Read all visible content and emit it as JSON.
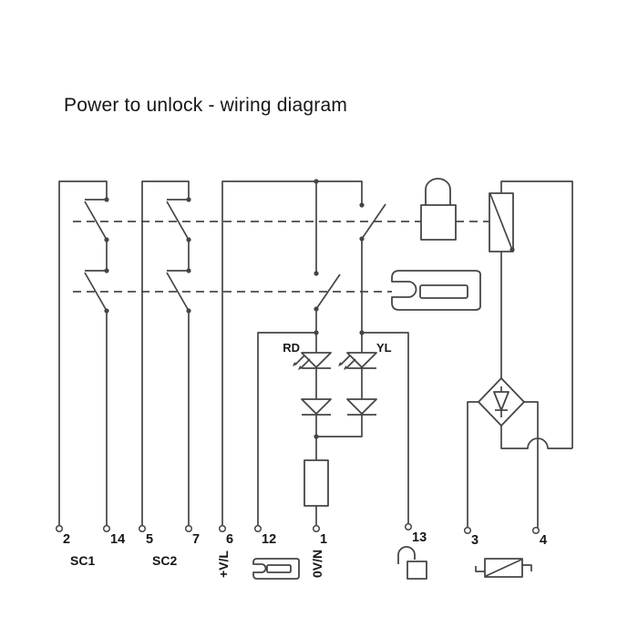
{
  "title": "Power to unlock - wiring diagram",
  "terminals": {
    "t2": "2",
    "t14": "14",
    "t5": "5",
    "t7": "7",
    "t6": "6",
    "t12": "12",
    "t1": "1",
    "t13": "13",
    "t3": "3",
    "t4": "4"
  },
  "labels": {
    "sc1": "SC1",
    "sc2": "SC2",
    "supply_live": "+V/L",
    "supply_neutral": "0V/N",
    "led_red": "RD",
    "led_yellow": "YL"
  },
  "icons": {
    "padlock_closed": "closed-padlock",
    "padlock_open": "open-padlock",
    "strike_plate": "door-strike-keeper-outline",
    "lock_actuator": "rectangle-with-diagonal",
    "bridge_rectifier": "diamond-with-diode",
    "led": "diode-triangle-with-emission-arrows",
    "resistor": "rectangle",
    "terminal": "open-circle",
    "mechanical_link": "dashed-line"
  },
  "colors": {
    "line": "#454545",
    "text": "#161616",
    "background": "#ffffff"
  }
}
